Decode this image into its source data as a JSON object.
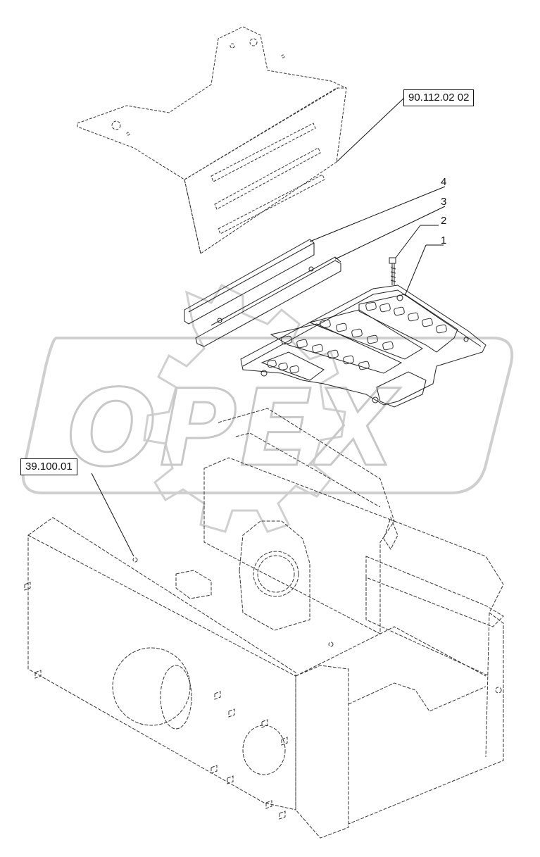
{
  "watermark": {
    "text": "OPEX"
  },
  "references": {
    "top_ref": "90.112.02 02",
    "left_ref": "39.100.01"
  },
  "callouts": [
    {
      "label": "4"
    },
    {
      "label": "3"
    },
    {
      "label": "2"
    },
    {
      "label": "1"
    }
  ]
}
